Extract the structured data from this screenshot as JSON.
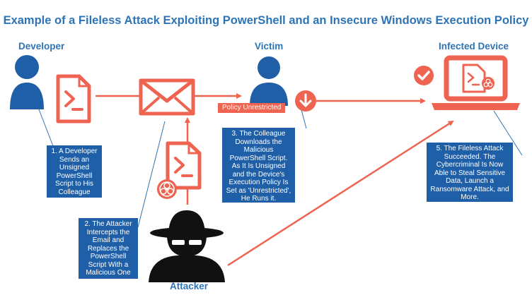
{
  "title": "Example of a Fileless Attack Exploiting PowerShell and an Insecure Windows Execution Policy",
  "roles": {
    "developer": "Developer",
    "victim": "Victim",
    "infected": "Infected Device",
    "attacker": "Attacker"
  },
  "policy_tag": "Policy Unrestricted",
  "steps": [
    "1. A Developer Sends an Unsigned PowerShell Script to His Colleague",
    "2. The Attacker Intercepts the Email and Replaces the PowerShell Script With a Malicious One",
    "3. The Colleague Downloads the Malicious PowerShell Script. As It Is Unsigned and the Device's Execution Policy Is Set as 'Unrestricted', He Runs it.",
    "5. The Fileless Attack Succeeded. The Cybercriminal Is Now Able to Steal Sensitive Data, Launch a Ransomware Attack, and More."
  ],
  "colors": {
    "accent": "#ee6450",
    "primary": "#2e74b5",
    "box": "#1f5fa8",
    "attacker": "#111111"
  },
  "icons": [
    "person-icon",
    "powershell-file-icon",
    "envelope-icon",
    "download-icon",
    "check-icon",
    "laptop-icon",
    "biohazard-icon",
    "hacker-icon"
  ]
}
